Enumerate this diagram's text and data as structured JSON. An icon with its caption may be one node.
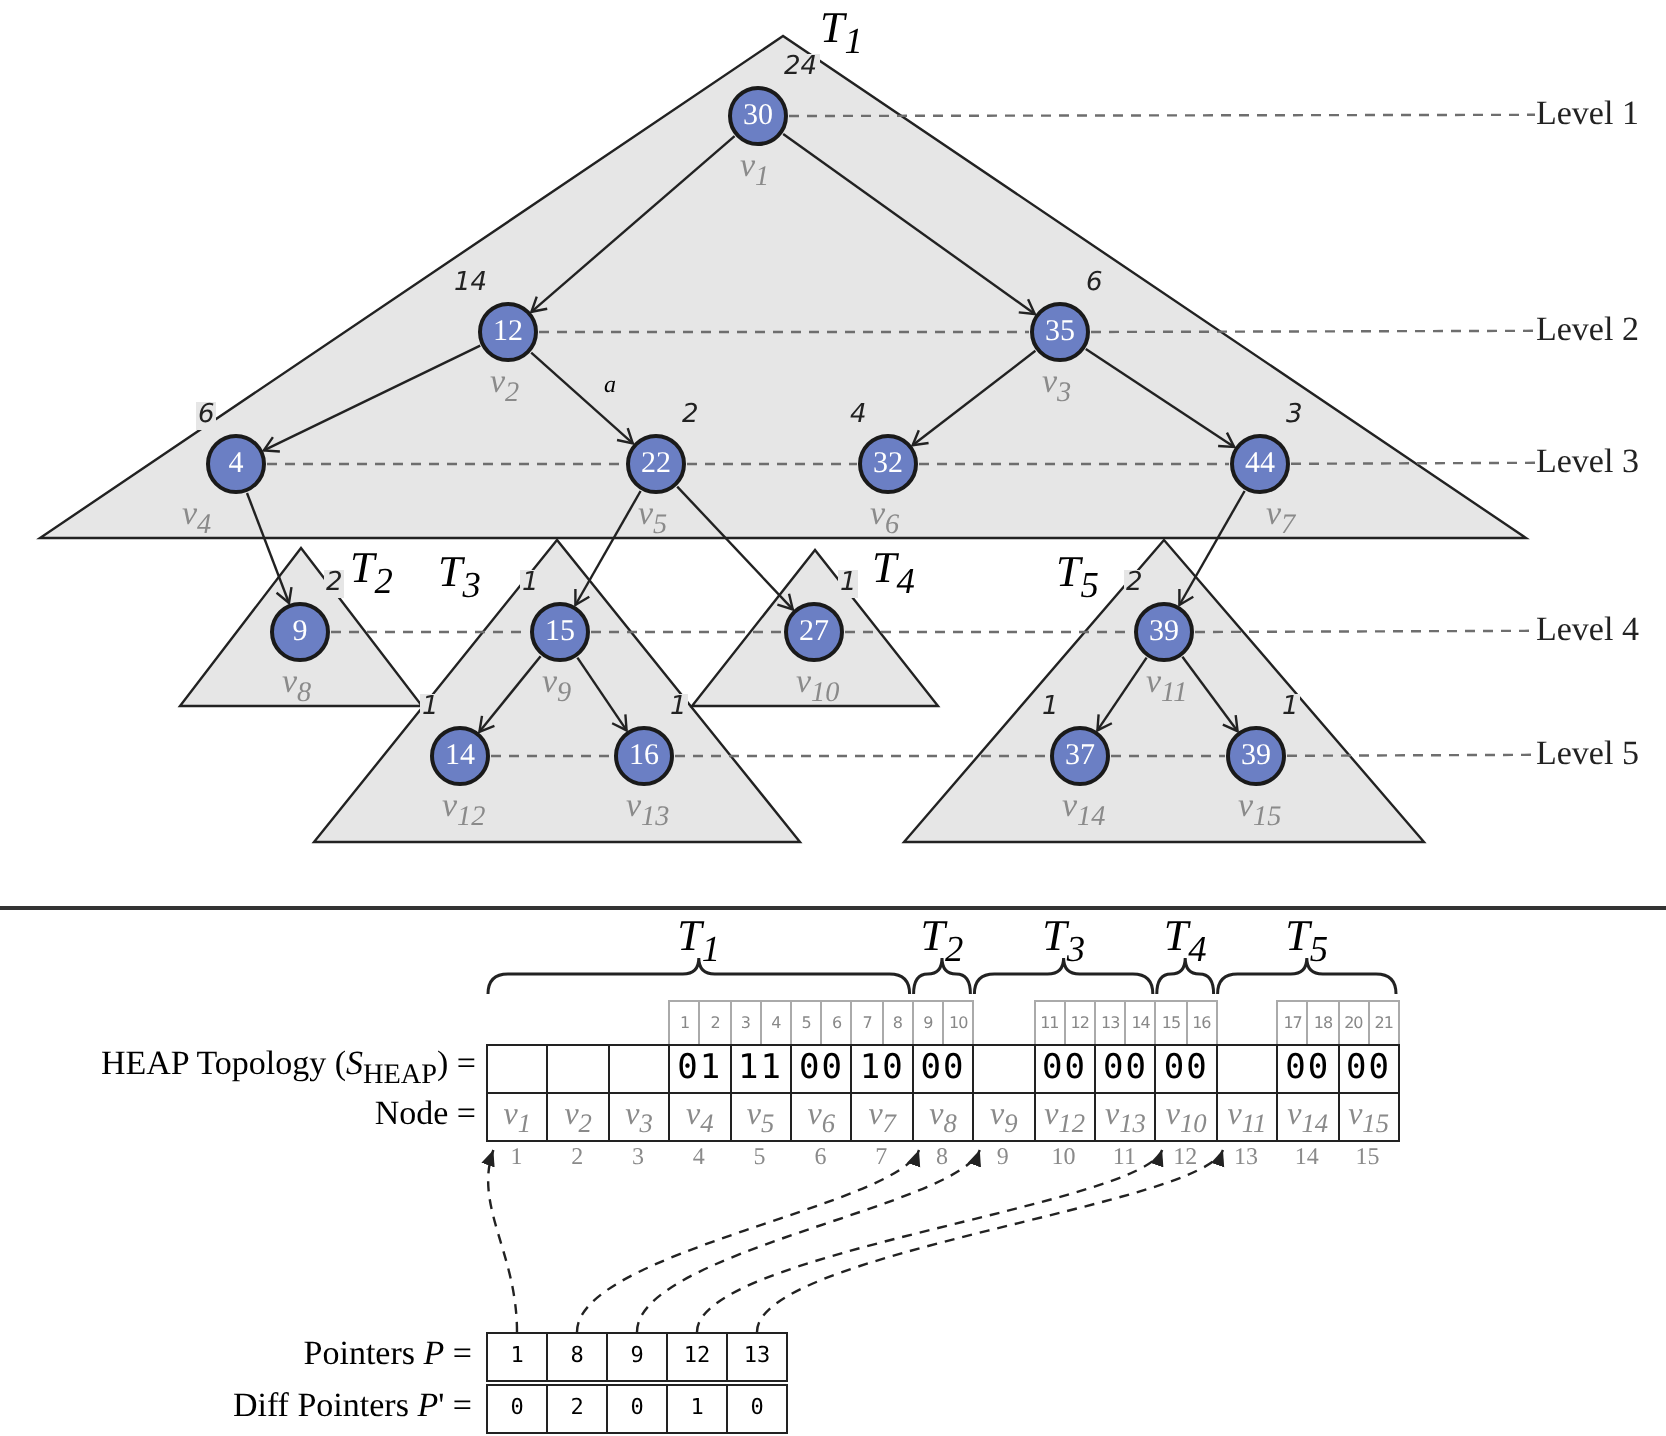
{
  "diagram": {
    "nodes": [
      {
        "text": [
          "T$_{1}$"
        ]
      },
      {
        "text": [
          "30"
        ],
        "beside": [
          "24",
          "v$_{1}$"
        ],
        "in": 0
      },
      {
        "text": [
          "12"
        ],
        "beside": [
          "14",
          "v$_{2}$"
        ],
        "in": 0
      },
      {
        "text": [
          "35"
        ],
        "beside": [
          "6",
          "v$_{3}$"
        ],
        "in": 0
      },
      {
        "text": [
          "4"
        ],
        "beside": [
          "6",
          "v$_{4}$"
        ],
        "in": 0
      },
      {
        "text": [
          "22"
        ],
        "beside": [
          "2",
          "v$_{5}$"
        ],
        "in": 0
      },
      {
        "text": [
          "32"
        ],
        "beside": [
          "4",
          "v$_{6}$"
        ],
        "in": 0
      },
      {
        "text": [
          "44"
        ],
        "beside": [
          "3",
          "v$_{7}$"
        ],
        "in": 0
      },
      {
        "text": [
          "T$_{2}$"
        ]
      },
      {
        "text": [
          "9"
        ],
        "beside": [
          "2",
          "v$_{8}$"
        ],
        "in": 8
      },
      {
        "text": [
          "T$_{3}$"
        ]
      },
      {
        "text": [
          "15"
        ],
        "beside": [
          "1",
          "v$_{9}$"
        ],
        "in": 10
      },
      {
        "text": [
          "14"
        ],
        "beside": [
          "1",
          "v$_{12}$"
        ],
        "in": 10
      },
      {
        "text": [
          "16"
        ],
        "beside": [
          "1",
          "v$_{13}$"
        ],
        "in": 10
      },
      {
        "text": [
          "T$_{4}$"
        ]
      },
      {
        "text": [
          "27"
        ],
        "beside": [
          "1",
          "v$_{10}$"
        ],
        "in": 14
      },
      {
        "text": [
          "T$_{5}$"
        ]
      },
      {
        "text": [
          "39"
        ],
        "beside": [
          "2",
          "v$_{11}$"
        ],
        "in": 16
      },
      {
        "text": [
          "37"
        ],
        "beside": [
          "1",
          "v$_{14}$"
        ],
        "in": 16
      },
      {
        "text": [
          "39"
        ],
        "beside": [
          "1",
          "v$_{15}$"
        ],
        "in": 16
      },
      {
        "text": [
          "Level 1"
        ]
      },
      {
        "text": [
          "Level 2"
        ]
      },
      {
        "text": [
          "Level 3"
        ]
      },
      {
        "text": [
          "Level 4"
        ]
      },
      {
        "text": [
          "Level 5"
        ]
      },
      {
        "text": [
          "v$_{1}$"
        ],
        "beside": [
          "1"
        ]
      },
      {
        "text": [
          "v$_{2}$"
        ],
        "beside": [
          "2"
        ]
      },
      {
        "text": [
          "v$_{3}$"
        ],
        "beside": [
          "3"
        ]
      },
      {
        "text": [
          "v$_{4}$"
        ],
        "beside": [
          "4"
        ]
      },
      {
        "text": [
          "v$_{5}$"
        ],
        "beside": [
          "5"
        ]
      },
      {
        "text": [
          "v$_{6}$"
        ],
        "beside": [
          "6"
        ]
      },
      {
        "text": [
          "v$_{7}$"
        ],
        "beside": [
          "7"
        ]
      },
      {
        "text": [
          "v$_{8}$"
        ],
        "beside": [
          "8"
        ]
      },
      {
        "text": [
          "v$_{9}$"
        ],
        "beside": [
          "9"
        ]
      },
      {
        "text": [
          "v$_{12}$"
        ],
        "beside": [
          "10"
        ]
      },
      {
        "text": [
          "v$_{13}$"
        ],
        "beside": [
          "11"
        ]
      },
      {
        "text": [
          "v$_{10}$"
        ],
        "beside": [
          "12"
        ]
      },
      {
        "text": [
          "v$_{11}$"
        ],
        "beside": [
          "13"
        ]
      },
      {
        "text": [
          "v$_{14}$"
        ],
        "beside": [
          "14"
        ]
      },
      {
        "text": [
          "v$_{15}$"
        ],
        "beside": [
          "15"
        ]
      },
      {
        "text": [
          "1"
        ]
      },
      {
        "text": [
          "8"
        ]
      },
      {
        "text": [
          "9"
        ]
      },
      {
        "text": [
          "12"
        ]
      },
      {
        "text": [
          "13"
        ]
      }
    ],
    "edges": [
      {
        "from": 1,
        "to": 2,
        "arrow": "to"
      },
      {
        "from": 1,
        "to": 3,
        "arrow": "to"
      },
      {
        "from": 2,
        "to": 4,
        "arrow": "to"
      },
      {
        "from": 2,
        "to": 5,
        "arrow": "to",
        "label": "a"
      },
      {
        "from": 3,
        "to": 6,
        "arrow": "to"
      },
      {
        "from": 3,
        "to": 7,
        "arrow": "to"
      },
      {
        "from": 4,
        "to": 9,
        "arrow": "to"
      },
      {
        "from": 5,
        "to": 11,
        "arrow": "to"
      },
      {
        "from": 5,
        "to": 15,
        "arrow": "to"
      },
      {
        "from": 7,
        "to": 17,
        "arrow": "to"
      },
      {
        "from": 11,
        "to": 12,
        "arrow": "to"
      },
      {
        "from": 11,
        "to": 13,
        "arrow": "to"
      },
      {
        "from": 17,
        "to": 18,
        "arrow": "to"
      },
      {
        "from": 17,
        "to": 19,
        "arrow": "to"
      },
      {
        "from": 1,
        "to": 20,
        "arrow": "none",
        "style": "dashed",
        "color": "#6e6e6e"
      },
      {
        "from": 2,
        "to": 3,
        "arrow": "none",
        "style": "dashed",
        "color": "#6e6e6e"
      },
      {
        "from": 3,
        "to": 21,
        "arrow": "none",
        "style": "dashed",
        "color": "#6e6e6e"
      },
      {
        "from": 4,
        "to": 5,
        "arrow": "none",
        "style": "dashed",
        "color": "#6e6e6e"
      },
      {
        "from": 5,
        "to": 6,
        "arrow": "none",
        "style": "dashed",
        "color": "#6e6e6e"
      },
      {
        "from": 6,
        "to": 7,
        "arrow": "none",
        "style": "dashed",
        "color": "#6e6e6e"
      },
      {
        "from": 7,
        "to": 22,
        "arrow": "none",
        "style": "dashed",
        "color": "#6e6e6e"
      },
      {
        "from": 9,
        "to": 11,
        "arrow": "none",
        "style": "dashed",
        "color": "#6e6e6e"
      },
      {
        "from": 11,
        "to": 15,
        "arrow": "none",
        "style": "dashed",
        "color": "#6e6e6e"
      },
      {
        "from": 15,
        "to": 17,
        "arrow": "none",
        "style": "dashed",
        "color": "#6e6e6e"
      },
      {
        "from": 17,
        "to": 23,
        "arrow": "none",
        "style": "dashed",
        "color": "#6e6e6e"
      },
      {
        "from": 12,
        "to": 13,
        "arrow": "none",
        "style": "dashed",
        "color": "#6e6e6e"
      },
      {
        "from": 13,
        "to": 18,
        "arrow": "none",
        "style": "dashed",
        "color": "#6e6e6e"
      },
      {
        "from": 18,
        "to": 19,
        "arrow": "none",
        "style": "dashed",
        "color": "#6e6e6e"
      },
      {
        "from": 19,
        "to": 24,
        "arrow": "none",
        "style": "dashed",
        "color": "#6e6e6e"
      },
      {
        "from": 40,
        "to": 25,
        "arrow": "to",
        "style": "dashed"
      },
      {
        "from": 41,
        "to": 32,
        "arrow": "to",
        "style": "dashed"
      },
      {
        "from": 42,
        "to": 33,
        "arrow": "to",
        "style": "dashed"
      },
      {
        "from": 43,
        "to": 36,
        "arrow": "to",
        "style": "dashed"
      },
      {
        "from": 44,
        "to": 37,
        "arrow": "to",
        "style": "dashed"
      }
    ],
    "labels": [
      "T$_{1}$",
      "T$_{2}$",
      "T$_{3}$",
      "T$_{4}$",
      "T$_{5}$",
      "1",
      "2",
      "3",
      "4",
      "5",
      "6",
      "7",
      "8",
      "9",
      "10",
      "11",
      "12",
      "13",
      "14",
      "15",
      "16",
      "17",
      "18",
      "20",
      "21",
      "HEAP Topology (*S*$_{HEAP}$) =",
      "01",
      "11",
      "00",
      "10",
      "00",
      "00",
      "00",
      "00",
      "00",
      "00",
      "Node =",
      "Pointers *P* =",
      "Diff Pointers *P*' =",
      "0",
      "2",
      "0",
      "1",
      "0"
    ]
  }
}
